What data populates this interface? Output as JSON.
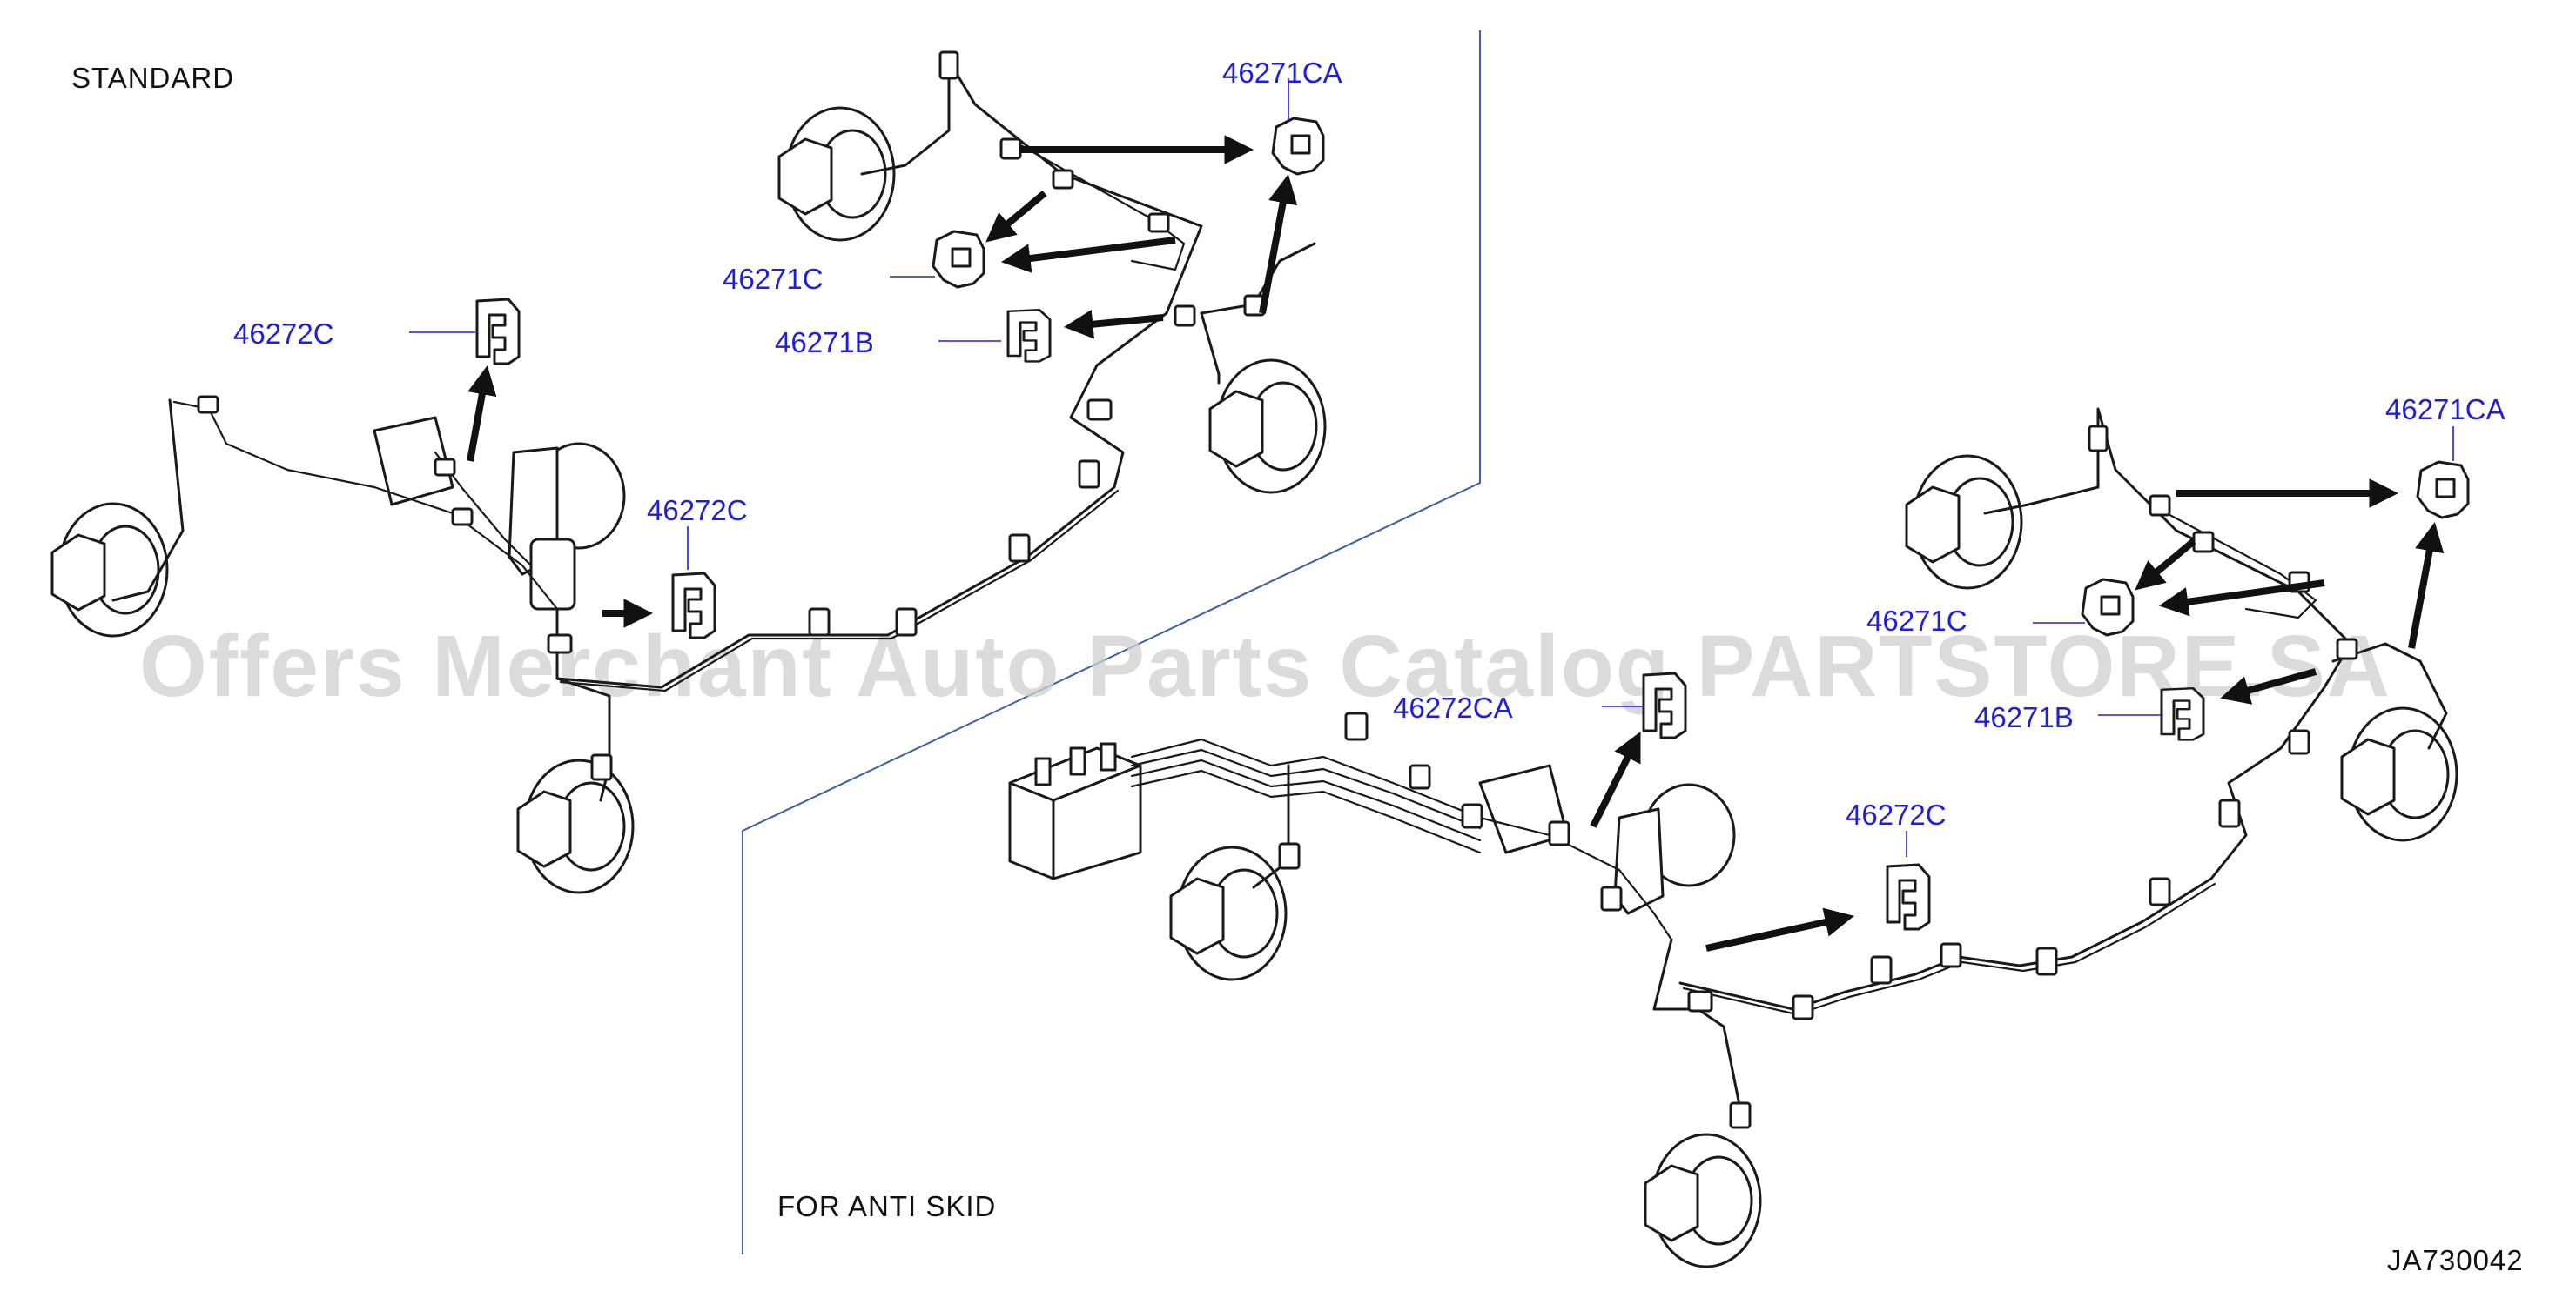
{
  "colors": {
    "label": "#1f1fd6",
    "leader": "#1f1fd6",
    "divider": "#3a5fa8",
    "text": "#111111",
    "watermark": "#cfcfcf"
  },
  "section_labels": {
    "standard": "STANDARD",
    "anti_skid": "FOR  ANTI  SKID"
  },
  "diagram_code": "JA730042",
  "watermark": "Offers Merchant Auto Parts Catalog PARTSTORE.SA",
  "callouts": {
    "std_46271ca": "46271CA",
    "std_46271c": "46271C",
    "std_46271b": "46271B",
    "std_46272c_top": "46272C",
    "std_46272c_mid": "46272C",
    "abs_46271ca": "46271CA",
    "abs_46271c": "46271C",
    "abs_46271b": "46271B",
    "abs_46272ca": "46272CA",
    "abs_46272c": "46272C"
  },
  "icons": {
    "clip": "brake-tube-clip-icon",
    "rotor": "brake-rotor-icon",
    "caliper": "brake-caliper-icon",
    "master_cylinder": "master-cylinder-icon",
    "abs_actuator": "abs-actuator-icon",
    "arrow": "arrow-icon"
  }
}
